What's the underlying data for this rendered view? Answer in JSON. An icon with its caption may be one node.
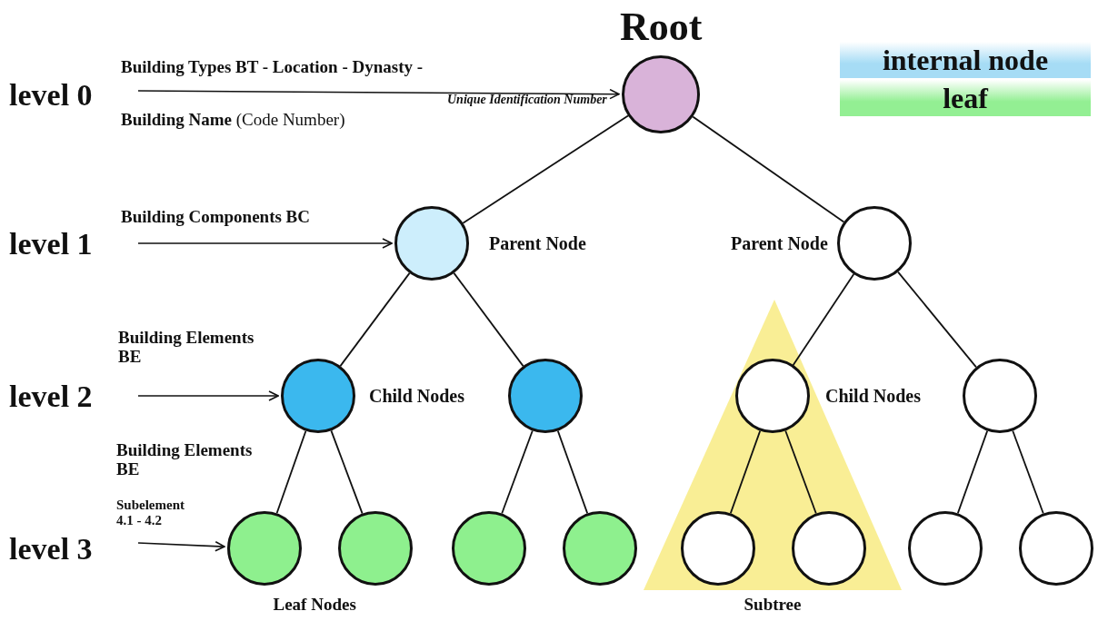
{
  "diagram": {
    "nodes": [
      {
        "text": [],
        "shape": "circle",
        "beside": [
          "Root"
        ]
      },
      {
        "text": [],
        "shape": "circle",
        "beside": [
          "Parent Node"
        ]
      },
      {
        "text": [],
        "shape": "circle",
        "beside": [
          "Parent Node"
        ]
      },
      {
        "text": [],
        "shape": "circle",
        "beside": [
          "Child Nodes"
        ]
      },
      {
        "text": [],
        "shape": "circle"
      },
      {
        "text": [],
        "shape": "circle",
        "beside": [
          "Child Nodes"
        ]
      },
      {
        "text": [],
        "shape": "circle"
      },
      {
        "text": [],
        "shape": "circle"
      },
      {
        "text": [],
        "shape": "circle"
      },
      {
        "text": [],
        "shape": "circle"
      },
      {
        "text": [],
        "shape": "circle"
      },
      {
        "text": [],
        "shape": "circle"
      },
      {
        "text": [],
        "shape": "circle"
      },
      {
        "text": [],
        "shape": "circle"
      },
      {
        "text": [],
        "shape": "circle"
      }
    ],
    "edges": [
      {
        "from": 0,
        "to": 1,
        "arrow": "none"
      },
      {
        "from": 0,
        "to": 2,
        "arrow": "none"
      },
      {
        "from": 1,
        "to": 3,
        "arrow": "none"
      },
      {
        "from": 1,
        "to": 4,
        "arrow": "none"
      },
      {
        "from": 2,
        "to": 5,
        "arrow": "none"
      },
      {
        "from": 2,
        "to": 6,
        "arrow": "none"
      },
      {
        "from": 3,
        "to": 7,
        "arrow": "none"
      },
      {
        "from": 3,
        "to": 8,
        "arrow": "none"
      },
      {
        "from": 4,
        "to": 9,
        "arrow": "none"
      },
      {
        "from": 4,
        "to": 10,
        "arrow": "none"
      },
      {
        "from": 5,
        "to": 11,
        "arrow": "none"
      },
      {
        "from": 5,
        "to": 12,
        "arrow": "none"
      },
      {
        "from": 6,
        "to": 13,
        "arrow": "none"
      },
      {
        "from": 6,
        "to": 14,
        "arrow": "none"
      },
      {
        "from": null,
        "to": 0,
        "arrow": "to"
      },
      {
        "from": null,
        "to": 1,
        "arrow": "to"
      },
      {
        "from": null,
        "to": 3,
        "arrow": "to"
      },
      {
        "from": null,
        "to": 7,
        "arrow": "to"
      }
    ],
    "labels": [
      "level 0",
      "Building Types BT - Location - Dynasty -",
      "Unique Identification Number",
      "**Building Name** (Code Number)",
      "level 1",
      "Building Components BC",
      "level 2",
      "Building Elements BE",
      "level 3",
      "Building Elements BE",
      "Subelement 4.1 - 4.2",
      "Leaf Nodes",
      "Subtree"
    ],
    "legend": [
      {
        "text": "internal node",
        "color": "#a6dcf5"
      },
      {
        "text": "leaf",
        "color": "#93ef93"
      }
    ]
  }
}
